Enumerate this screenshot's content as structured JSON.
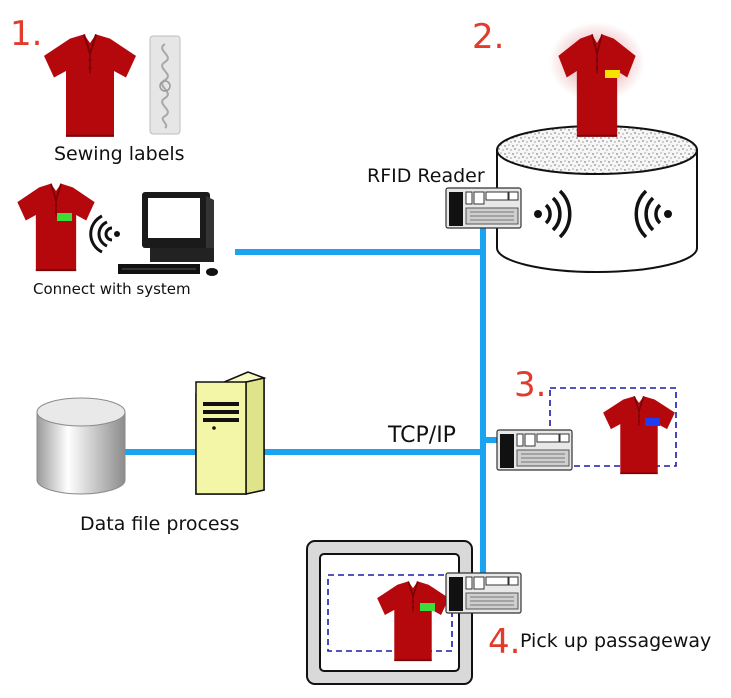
{
  "steps": {
    "s1": "1.",
    "s2": "2.",
    "s3": "3.",
    "s4": "4."
  },
  "labels": {
    "sewing": "Sewing labels",
    "connect": "Connect with system",
    "rfid_reader": "RFID Reader",
    "tcpip": "TCP/IP",
    "data_file": "Data file process",
    "pickup": "Pick up passageway"
  },
  "colors": {
    "network_line": "#1aa3f0",
    "shirt": "#b5080d",
    "tag_green": "#3ddc3a",
    "tag_yellow": "#f5e400",
    "tag_blue": "#1d3df2",
    "step_number": "#e23a2b",
    "server": "#f3f6a6",
    "dashed_box": "#1b1ba8"
  },
  "icons": {
    "shirt": "polo-shirt-icon",
    "label": "sewing-label-icon",
    "computer": "computer-icon",
    "wifi": "wireless-signal-icon",
    "reader": "rfid-reader-icon",
    "server": "server-icon",
    "database": "database-icon",
    "gate": "passageway-gate-icon"
  }
}
